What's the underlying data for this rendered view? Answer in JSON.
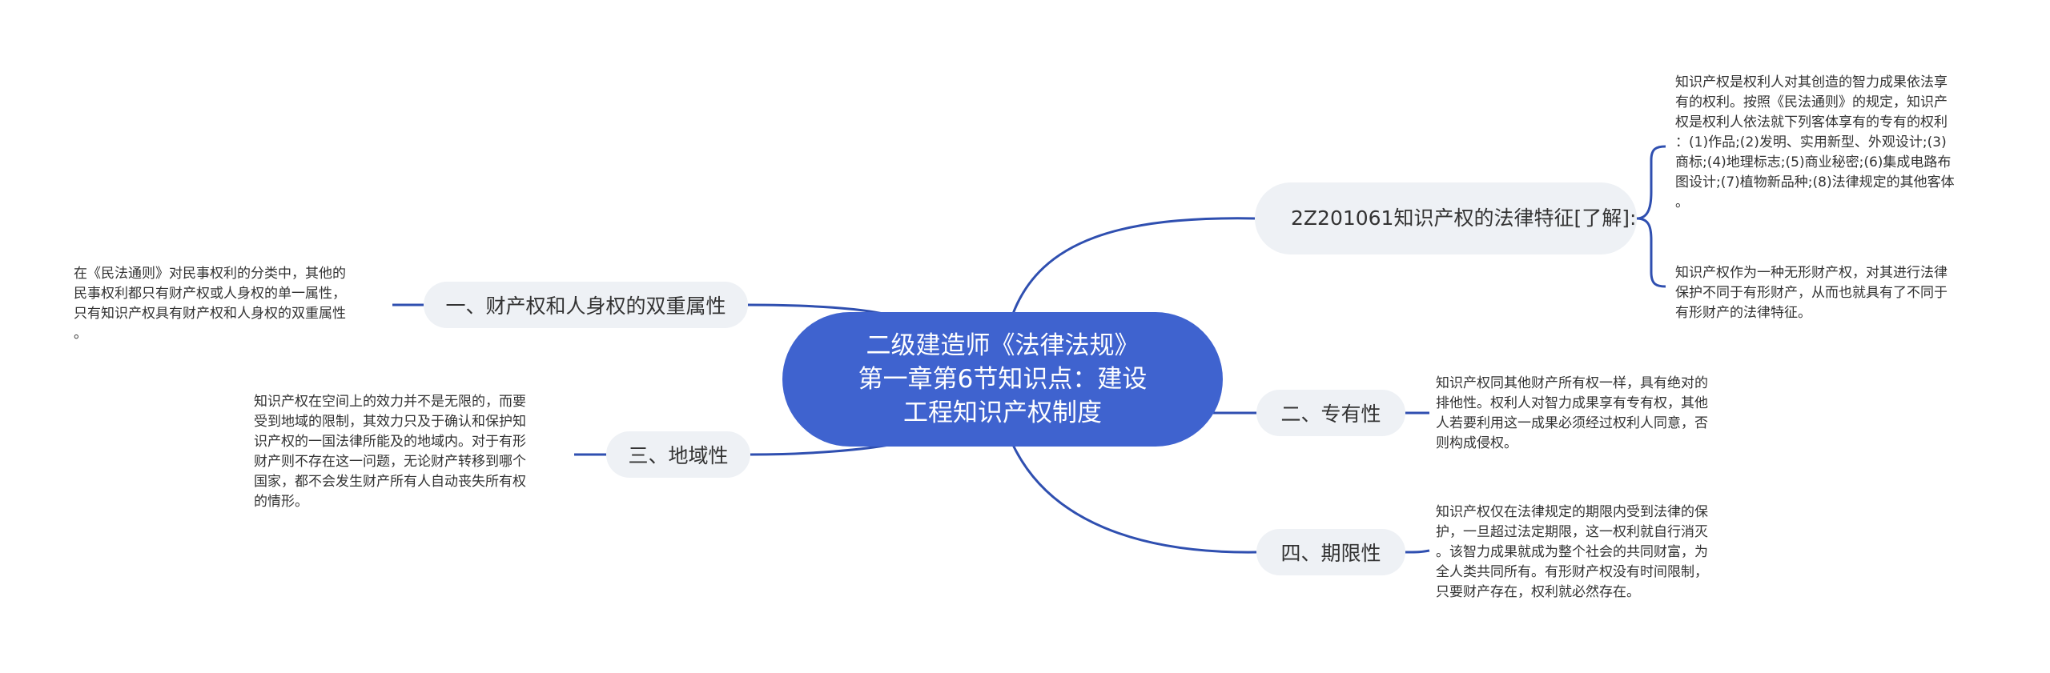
{
  "root": {
    "title": "二级建造师《法律法规》\n第一章第6节知识点：建设\n工程知识产权制度"
  },
  "branches": {
    "legal_features": {
      "label": "2Z201061知识产权的法律特征[了解]:",
      "notes": [
        "知识产权是权利人对其创造的智力成果依法享\n有的权利。按照《民法通则》的规定，知识产\n权是权利人依法就下列客体享有的专有的权利\n：(1)作品;(2)发明、实用新型、外观设计;(3)\n商标;(4)地理标志;(5)商业秘密;(6)集成电路布\n图设计;(7)植物新品种;(8)法律规定的其他客体\n。",
        "知识产权作为一种无形财产权，对其进行法律\n保护不同于有形财产，从而也就具有了不同于\n有形财产的法律特征。"
      ]
    },
    "exclusivity": {
      "label": "二、专有性",
      "note": "知识产权同其他财产所有权一样，具有绝对的\n排他性。权利人对智力成果享有专有权，其他\n人若要利用这一成果必须经过权利人同意，否\n则构成侵权。"
    },
    "time_limit": {
      "label": "四、期限性",
      "note": "知识产权仅在法律规定的期限内受到法律的保\n护，一旦超过法定期限，这一权利就自行消灭\n。该智力成果就成为整个社会的共同财富，为\n全人类共同所有。有形财产权没有时间限制，\n只要财产存在，权利就必然存在。"
    },
    "dual_nature": {
      "label": "一、财产权和人身权的双重属性",
      "note": "在《民法通则》对民事权利的分类中，其他的\n民事权利都只有财产权或人身权的单一属性，\n只有知识产权具有财产权和人身权的双重属性\n。"
    },
    "territoriality": {
      "label": "三、地域性",
      "note": "知识产权在空间上的效力并不是无限的，而要\n受到地域的限制，其效力只及于确认和保护知\n识产权的一国法律所能及的地域内。对于有形\n财产则不存在这一问题，无论财产转移到哪个\n国家，都不会发生财产所有人自动丧失所有权\n的情形。"
    }
  },
  "colors": {
    "root_fill": "#3f63cf",
    "root_text": "#ffffff",
    "topic_fill": "#eef1f5",
    "connector": "#2f4fb0",
    "text": "#333333"
  }
}
